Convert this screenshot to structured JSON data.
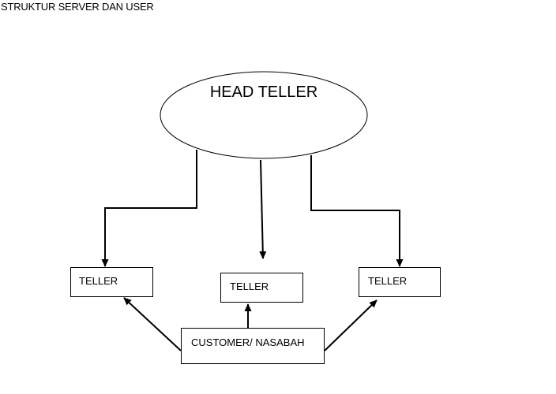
{
  "title": "STRUKTUR SERVER DAN USER",
  "nodes": {
    "head_teller": "HEAD TELLER",
    "teller_left": "TELLER",
    "teller_center": "TELLER",
    "teller_right": "TELLER",
    "customer": "CUSTOMER/ NASABAH"
  },
  "colors": {
    "line": "#000000",
    "background": "#ffffff"
  }
}
